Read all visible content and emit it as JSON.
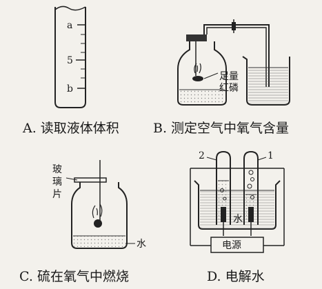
{
  "panels": {
    "a": {
      "caption": "A. 读取液体体积",
      "marks": {
        "top": "a",
        "mid": "5",
        "bottom": "b"
      }
    },
    "b": {
      "caption": "B. 测定空气中氧气含量",
      "label_line1": "足量",
      "label_line2": "红磷"
    },
    "c": {
      "caption": "C. 硫在氧气中燃烧",
      "glass_lines": [
        "玻",
        "璃",
        "片"
      ],
      "water": "水"
    },
    "d": {
      "caption": "D. 电解水",
      "tube_left": "2",
      "tube_right": "1",
      "water": "水",
      "power": "电源"
    }
  }
}
